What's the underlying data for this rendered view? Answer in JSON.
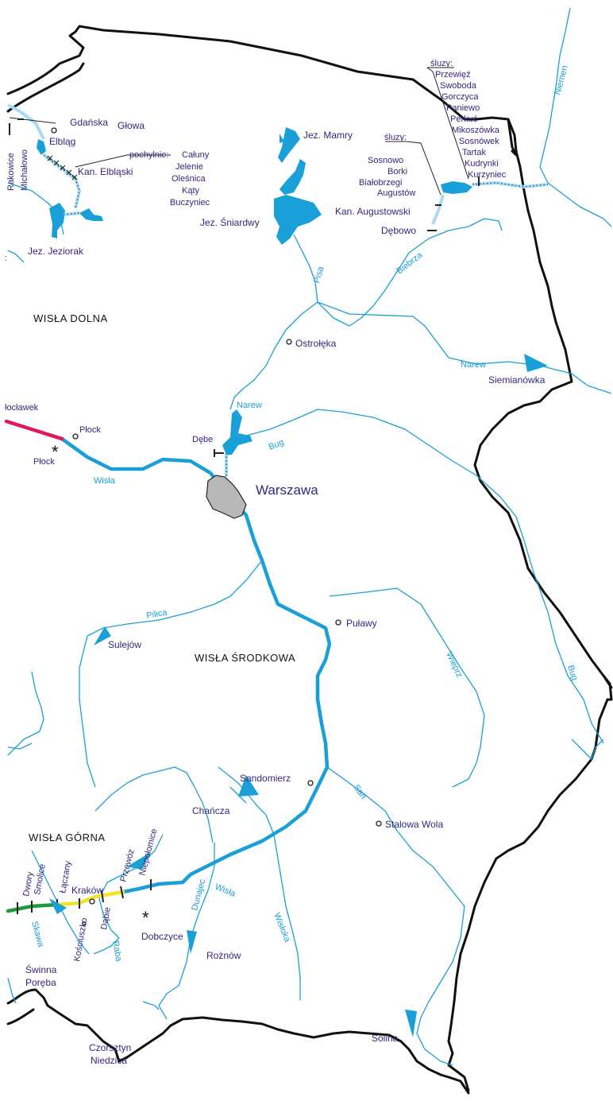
{
  "regions": {
    "lower": "WISŁA DOLNA",
    "middle": "WISŁA ŚRODKOWA",
    "upper": "WISŁA GÓRNA"
  },
  "cities": {
    "warszawa": "Warszawa",
    "plock": "Płock",
    "plock_dam": "Płock",
    "wloclawek": "łocławek",
    "ostroleka": "Ostrołęka",
    "pulawy": "Puławy",
    "sandomierz": "Sandomierz",
    "stalowa_wola": "Stalowa Wola",
    "krakow": "Kraków",
    "elblag": "Elbląg",
    "debe": "Dębe",
    "debowo": "Dębowo"
  },
  "reservoirs": {
    "siemianowka": "Siemianówka",
    "sulejow": "Sulejów",
    "chancza": "Chańcza",
    "dobczyce": "Dobczyce",
    "roznow": "Rożnów",
    "swinna_poreba": "Świnna\nPoręba",
    "czorsztyn": "Czorsztyn\nNiedzica",
    "solina": "Solina"
  },
  "lakes": {
    "mamry": "Jez. Mamry",
    "sniardwy": "Jez.  Śniardwy",
    "jeziorak": "Jez. Jeziorak"
  },
  "canals": {
    "elblaski": "Kan. Elbląski",
    "augustowski": "Kan.  Augustowski"
  },
  "gdanska_glowa": [
    "Gdańska",
    "Głowa"
  ],
  "elblag_locks": [
    "Rakowice",
    "Michałowo"
  ],
  "pochylnie": {
    "title": "pochylnie:",
    "items": [
      "Całuny",
      "Jelenie",
      "Oleśnica",
      "Kąty",
      "Buczyniec"
    ]
  },
  "sluzy_augustow": {
    "title": "śluzy:",
    "items": [
      "Sosnowo",
      "Borki",
      "Białobrzegi",
      "Augustów"
    ]
  },
  "sluzy_east": {
    "title": "śluzy:",
    "items": [
      "Przewięź",
      "Swoboda",
      "Gorczyca",
      "Paniewo",
      "Perkuć",
      "Mikoszówka",
      "Sosnówek",
      "Tartak",
      "Kudrynki",
      "Kurzyniec"
    ]
  },
  "upper_vistula_locks": [
    "Dwory",
    "Smolice",
    "Łączany",
    "Dąbie",
    "Kościuszko",
    "Przewóz",
    "Niepołomice"
  ],
  "rivers": {
    "wisla_mid": "Wisła",
    "wisla_up": "Wisła",
    "narew": "Narew",
    "narew_east": "Narew",
    "bug_west": "Bug",
    "bug_east": "Bug",
    "pisa": "Pisa",
    "biebrza": "Biebrza",
    "niemen": "Niemen",
    "pilica": "Pilica",
    "wieprz": "Wieprz",
    "san": "San",
    "wisloka": "Wisłoka",
    "dunajec": "Dunajec",
    "raba": "Raba",
    "skawa": "Skawa",
    "partial": ":"
  },
  "colors": {
    "water": "#1aa0d8",
    "canal_light": "#a8dcf2",
    "border": "#111111",
    "label": "#2e2a7d",
    "wloclawek_section": "#e0195a",
    "green_section": "#1f9a3a",
    "yellow_section": "#f2e22a",
    "city_area": "#b8b8b8"
  },
  "icons": {
    "dam_marker": "asterisk-icon",
    "town": "circle-marker-icon"
  }
}
